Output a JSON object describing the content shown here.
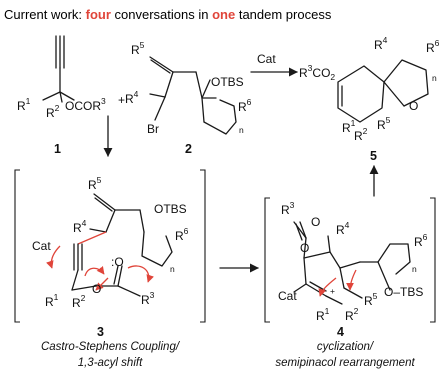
{
  "heading": {
    "prefix": "Current work: ",
    "word1": "four",
    "middle": " conversations in ",
    "word2": "one",
    "suffix": " tandem process",
    "highlight_color": "#e0453a"
  },
  "catalyst_label": "Cat",
  "compounds": {
    "c1": {
      "number": "1",
      "r1": "R",
      "r1_sup": "1",
      "r2": "R",
      "r2_sup": "2",
      "ester": "OCOR",
      "ester_sup": "3"
    },
    "plus": "+",
    "c2": {
      "number": "2",
      "r5": "R",
      "r5_sup": "5",
      "r4": "R",
      "r4_sup": "4",
      "br": "Br",
      "otbs": "OTBS",
      "r6": "R",
      "r6_sup": "6",
      "n": "n"
    },
    "c3": {
      "number": "3",
      "r5": "R",
      "r5_sup": "5",
      "r4": "R",
      "r4_sup": "4",
      "otbs": "OTBS",
      "r6": "R",
      "r6_sup": "6",
      "n": "n",
      "cat": "Cat",
      "o_dot": ":O",
      "o": "O",
      "r1": "R",
      "r1_sup": "1",
      "r2": "R",
      "r2_sup": "2",
      "r3": "R",
      "r3_sup": "3"
    },
    "c4": {
      "number": "4",
      "r3": "R",
      "r3_sup": "3",
      "o_top": "O",
      "o": "O",
      "r4": "R",
      "r4_sup": "4",
      "r6": "R",
      "r6_sup": "6",
      "n": "n",
      "otbs": "O–TBS",
      "cat": "Cat",
      "plus": "+",
      "r1": "R",
      "r1_sup": "1",
      "r2": "R",
      "r2_sup": "2",
      "r5": "R",
      "r5_sup": "5"
    },
    "c5": {
      "number": "5",
      "ester": "R",
      "ester_sup": "3",
      "ester_tail": "CO",
      "ester_sub": "2",
      "r4": "R",
      "r4_sup": "4",
      "r6": "R",
      "r6_sup": "6",
      "n": "n",
      "o": "O",
      "r1": "R",
      "r1_sup": "1",
      "r2": "R",
      "r2_sup": "2",
      "r5": "R",
      "r5_sup": "5"
    }
  },
  "captions": {
    "c3_line1": "Castro-Stephens Coupling/",
    "c3_line2": "1,3-acyl shift",
    "c4_line1": "cyclization/",
    "c4_line2": "semipinacol rearrangement"
  }
}
